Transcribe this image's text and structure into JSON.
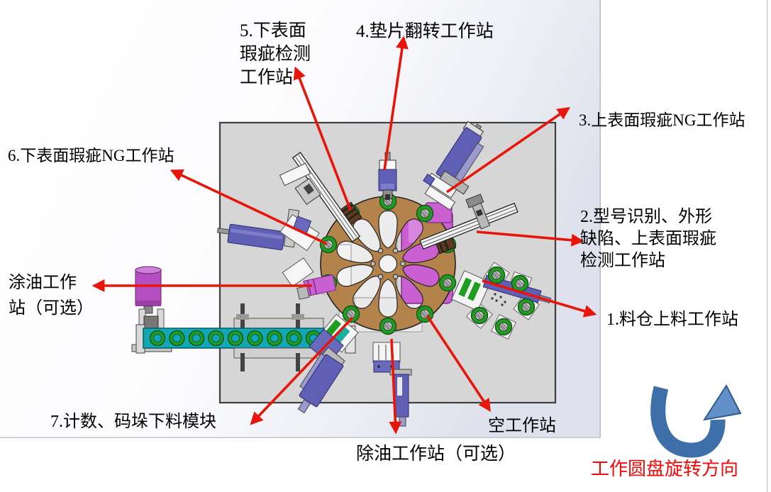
{
  "labels": {
    "station5": "5.下表面\n瑕疵检测\n工作站",
    "station4": "4.垫片翻转工作站",
    "station3": "3.上表面瑕疵NG工作站",
    "station2": "2.型号识别、外形\n缺陷、上表面瑕疵\n检测工作站",
    "station1": "1.料仓上料工作站",
    "station6": "6.下表面瑕疵NG工作站",
    "oiling": "涂油工作\n站（可选）",
    "station7": "7.计数、码垛下料模块",
    "degreasing": "除油工作站（可选）",
    "empty_station": "空工作站",
    "rotation_note": "工作圆盘旋转方向"
  },
  "colors": {
    "callout_arrow": "#e8150a",
    "rotation_text": "#fb0707",
    "rotation_arrow_body": "#3f6fa9",
    "rotation_arrow_head": "#6190c8",
    "baseplate": "#d6d6d6",
    "disc_tan": "#b4834b",
    "fixture_ring_green": "#1e9e1e",
    "actuator_blue": "#5f5fb5",
    "housing_magenta": "#c95fd0",
    "cylinder_purple": "#b54ec1",
    "conveyor_teal": "#12a7b5",
    "cad_background_edge": "#dfe2ec"
  }
}
